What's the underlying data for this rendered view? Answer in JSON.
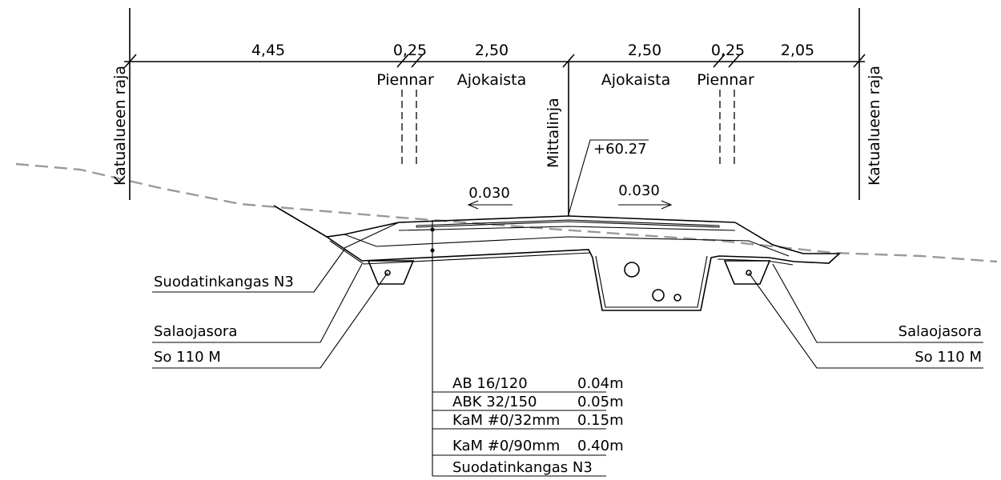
{
  "dimensions": {
    "left_shoulder_zone": "4,45",
    "left_shoulder": "0,25",
    "left_lane": "2,50",
    "right_lane": "2,50",
    "right_shoulder": "0,25",
    "right_shoulder_zone": "2,05"
  },
  "labels": {
    "boundary_left": "Katualueen raja",
    "boundary_right": "Katualueen raja",
    "shoulder_left": "Piennar",
    "shoulder_right": "Piennar",
    "lane_left": "Ajokaista",
    "lane_right": "Ajokaista",
    "centerline": "Mittalinja",
    "elevation": "+60.27",
    "slope_left": "0.030",
    "slope_right": "0.030",
    "filter_fabric": "Suodatinkangas N3",
    "drain_gravel_left": "Salaojasora",
    "drain_gravel_left_spec": "So 110 M",
    "drain_gravel_right": "Salaojasora",
    "drain_gravel_right_spec": "So 110 M"
  },
  "layers": [
    {
      "name": "AB 16/120",
      "thickness": "0.04m"
    },
    {
      "name": "ABK 32/150",
      "thickness": "0.05m"
    },
    {
      "name": "KaM #0/32mm",
      "thickness": "0.15m"
    },
    {
      "name": "KaM #0/90mm",
      "thickness": "0.40m"
    },
    {
      "name": "Suodatinkangas N3",
      "thickness": ""
    }
  ]
}
